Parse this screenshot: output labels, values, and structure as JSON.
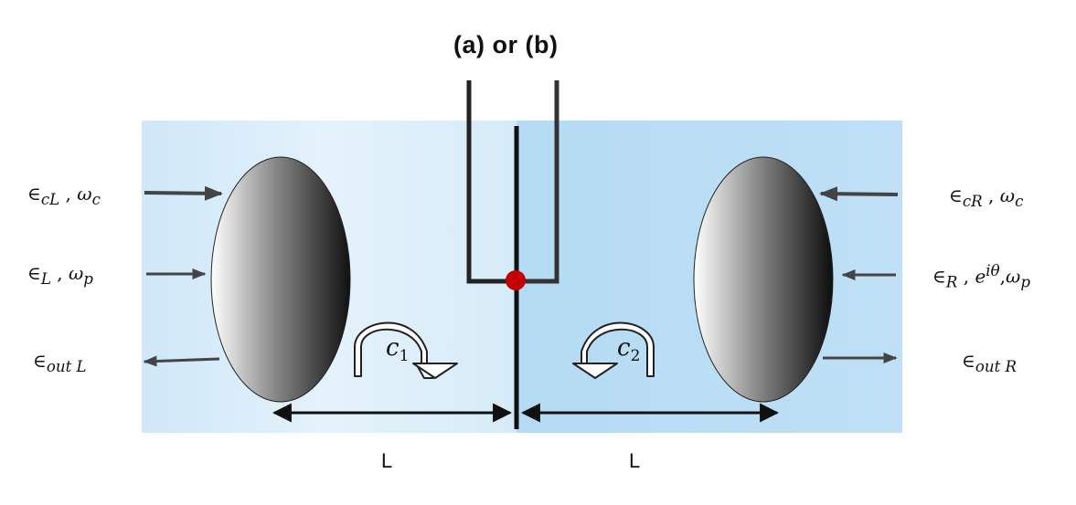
{
  "title": "(a)  or  (b)",
  "cavity": {
    "left_length_label": "L",
    "right_length_label": "L",
    "left_circulation": {
      "symbol": "c",
      "subscript": "1"
    },
    "right_circulation": {
      "symbol": "c",
      "subscript": "2"
    }
  },
  "left_inputs": {
    "control": {
      "field": "∈",
      "sub": "cL",
      "freq": "ω",
      "freq_sub": "c"
    },
    "probe": {
      "field": "∈",
      "sub": "L",
      "freq": "ω",
      "freq_sub": "p"
    },
    "output": {
      "field": "∈",
      "sub": "out L"
    }
  },
  "right_inputs": {
    "control": {
      "field": "∈",
      "sub": "cR",
      "freq": "ω",
      "freq_sub": "c"
    },
    "probe": {
      "field": "∈",
      "sub": "R",
      "phase": "e",
      "phase_sup": "iθ",
      "freq": "ω",
      "freq_sub": "p"
    },
    "output": {
      "field": "∈",
      "sub": "out R"
    }
  },
  "colors": {
    "left_cavity": "#d8ecf9",
    "right_cavity": "#b7dcf4",
    "membrane_dot": "#c40000",
    "mirror_dark": "#111111"
  }
}
